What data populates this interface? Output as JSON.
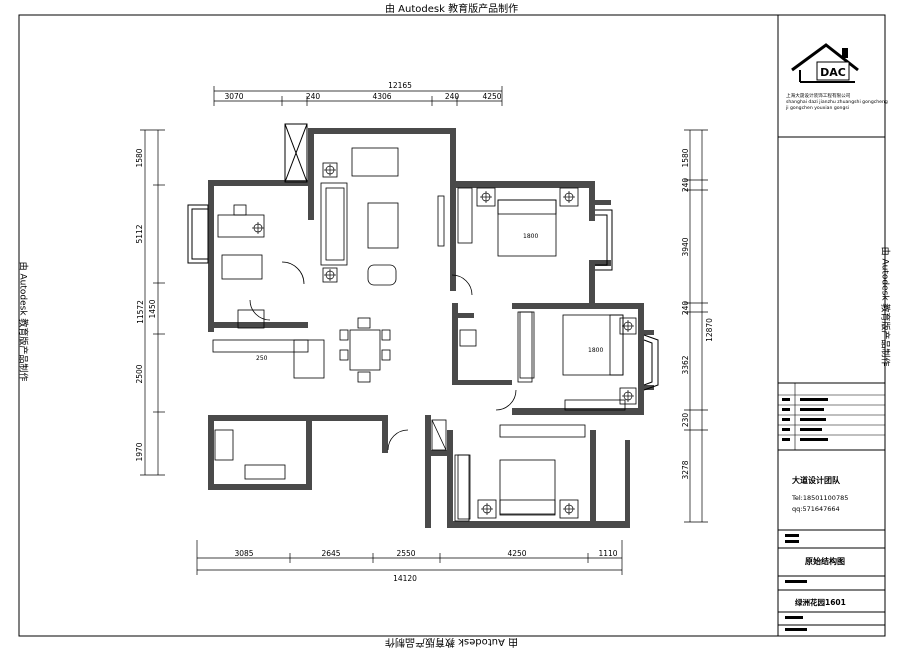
{
  "watermark": {
    "top": "由 Autodesk 教育版产品制作",
    "bottom": "由 Autodesk 教育版产品制作",
    "left": "由 Autodesk 教育版产品制作",
    "right": "由 Autodesk 教育版产品制作"
  },
  "dimensions": {
    "top_total": "12165",
    "top_segments": [
      "3070",
      "240",
      "4306",
      "240",
      "4250"
    ],
    "bottom_total": "14120",
    "bottom_segments": [
      "3085",
      "2645",
      "2550",
      "4250",
      "1110"
    ],
    "left_total": "11572",
    "left_segments": [
      "1580",
      "5112",
      "1450",
      "2500",
      "1970"
    ],
    "right_total": "12870",
    "right_segments": [
      "1580",
      "240",
      "3940",
      "240",
      "3362",
      "230",
      "3278"
    ]
  },
  "room_labels": {
    "bed_1": "1800",
    "bed_2": "1800",
    "kitchen": "250"
  },
  "title_block": {
    "logo_text": "DAC",
    "company_line1": "上海大晟设计装饰工程有限公司",
    "company_line2": "shanghai dazi jianzhu zhuangshi gongcheng",
    "company_line3": "ji gongchen youxian gongsi",
    "team": "大道设计团队",
    "tel": "Tel:18501100785",
    "qq": "qq:571647664",
    "drawing_name": "原始结构图",
    "project": "绿洲花园1601"
  }
}
